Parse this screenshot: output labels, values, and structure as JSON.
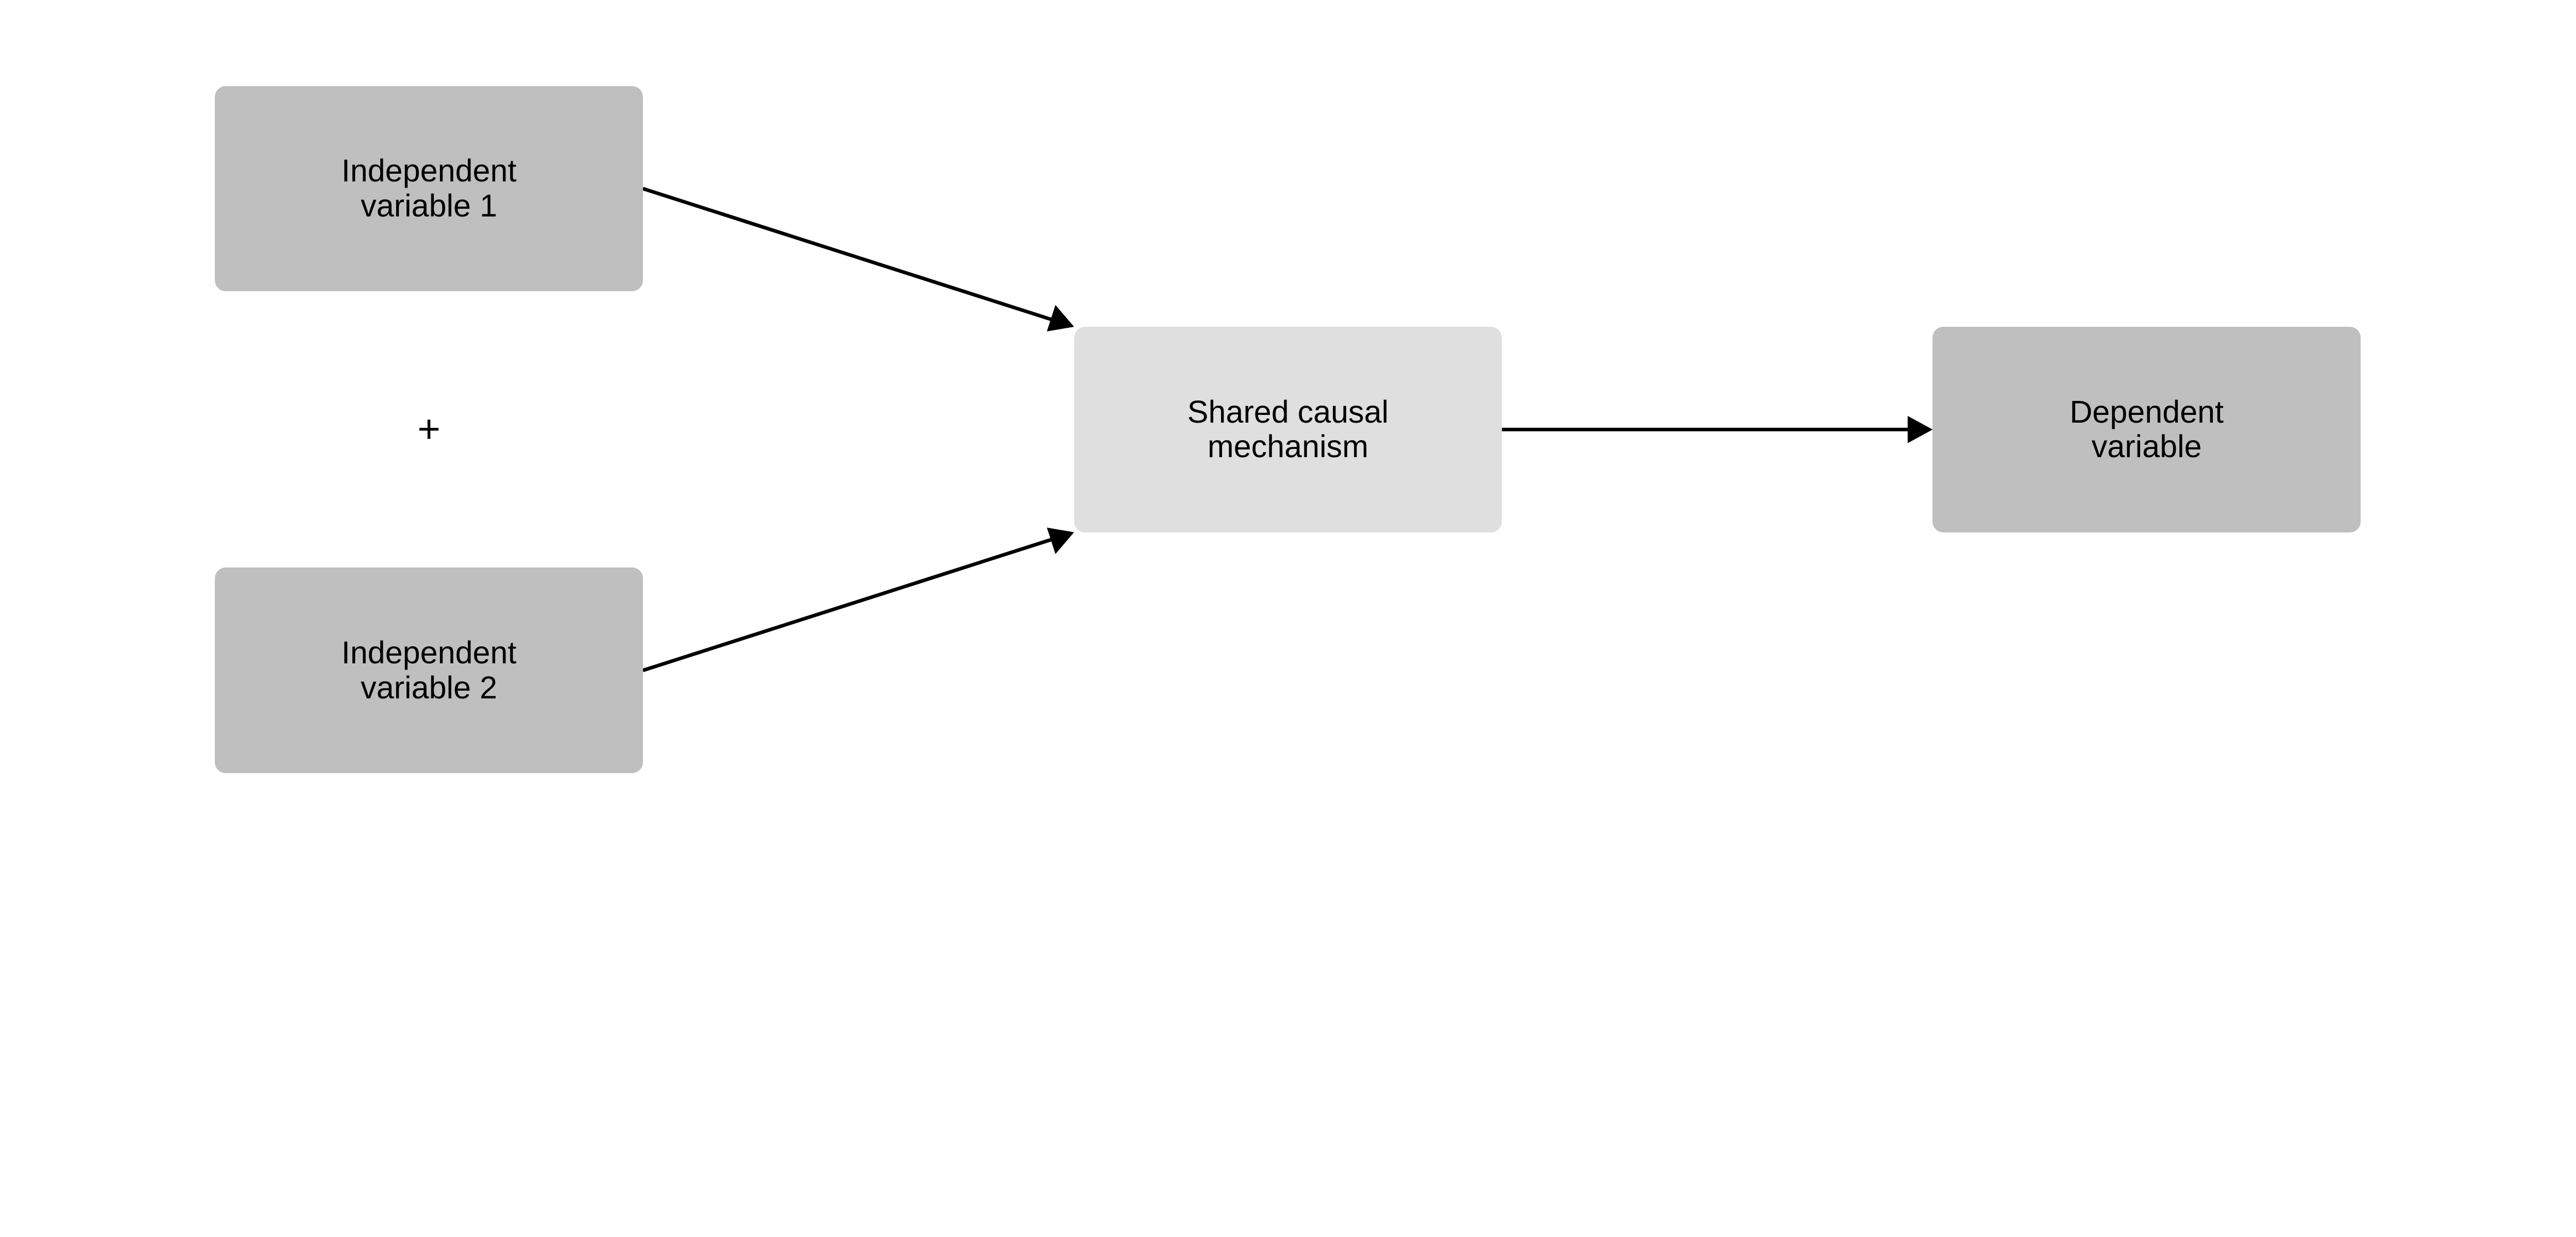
{
  "nodes": {
    "iv1": {
      "lines": [
        "Independent",
        "variable 1"
      ],
      "fill": "#bfbfbf"
    },
    "iv2": {
      "lines": [
        "Independent",
        "variable 2"
      ],
      "fill": "#bfbfbf"
    },
    "mechanism": {
      "lines": [
        "Shared causal",
        "mechanism"
      ],
      "fill": "#dfdfdf"
    },
    "dv": {
      "lines": [
        "Dependent",
        "variable"
      ],
      "fill": "#bfbfbf"
    }
  },
  "plus_sign": "+",
  "edges": [
    {
      "from": "iv1",
      "to": "mechanism"
    },
    {
      "from": "iv2",
      "to": "mechanism"
    },
    {
      "from": "mechanism",
      "to": "dv"
    }
  ]
}
